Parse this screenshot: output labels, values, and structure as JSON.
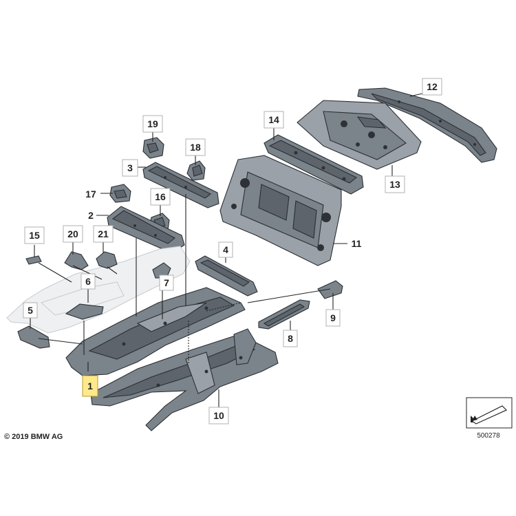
{
  "copyright": "© 2019 BMW AG",
  "ref_number": "500278",
  "colors": {
    "highlight_fill": "#ffe98a",
    "part_dark": "#5d646c",
    "part_light": "#9aa1a8"
  },
  "callouts": [
    {
      "id": "1",
      "highlighted": true
    },
    {
      "id": "2"
    },
    {
      "id": "3"
    },
    {
      "id": "4"
    },
    {
      "id": "5"
    },
    {
      "id": "6"
    },
    {
      "id": "7"
    },
    {
      "id": "8"
    },
    {
      "id": "9"
    },
    {
      "id": "10"
    },
    {
      "id": "11"
    },
    {
      "id": "12"
    },
    {
      "id": "13"
    },
    {
      "id": "14"
    },
    {
      "id": "15"
    },
    {
      "id": "16"
    },
    {
      "id": "17"
    },
    {
      "id": "18"
    },
    {
      "id": "19"
    },
    {
      "id": "20"
    },
    {
      "id": "21"
    }
  ]
}
